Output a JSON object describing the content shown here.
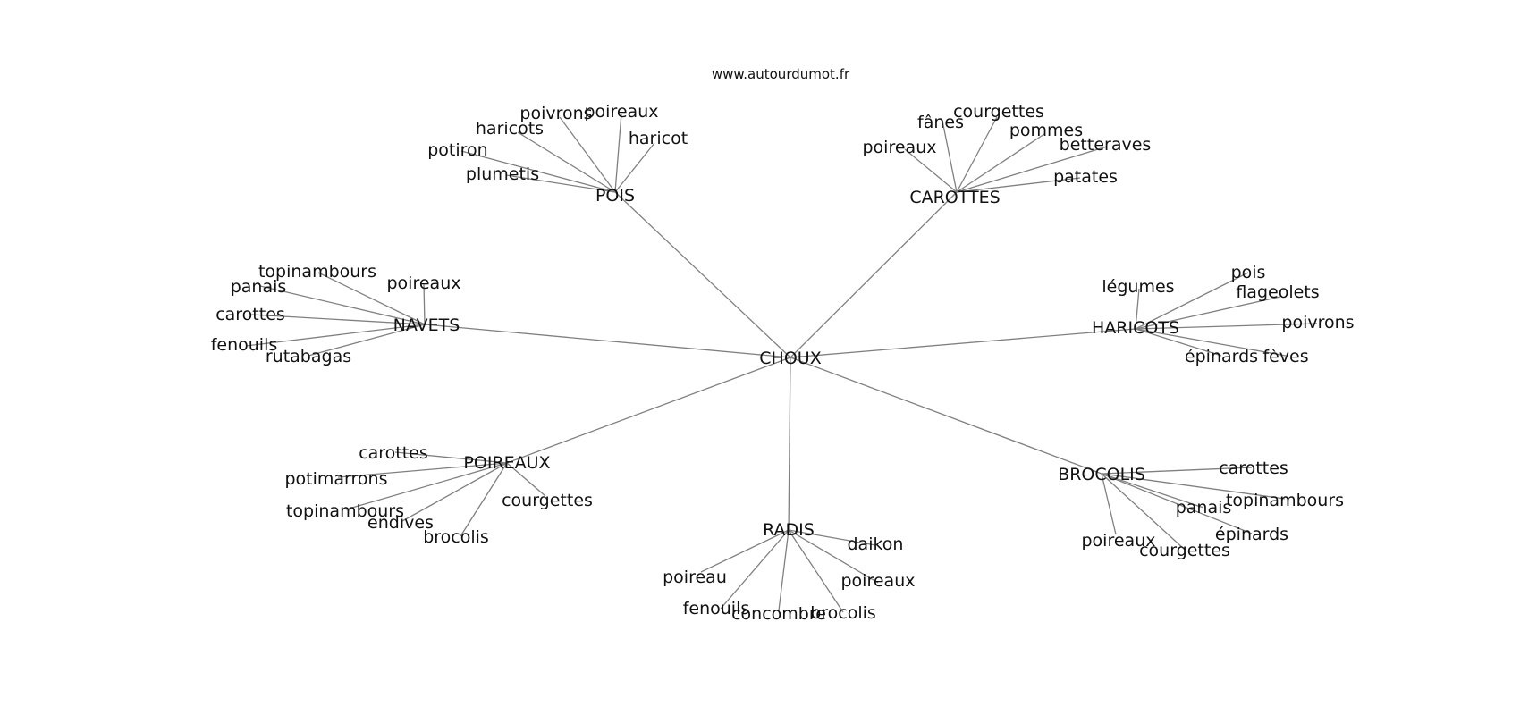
{
  "source": "www.autourdumot.fr",
  "edge_color": "#808080",
  "text_color": "#111111",
  "center": "CHOUX",
  "groups": [
    {
      "label": "POIS",
      "words": [
        "poivrons",
        "poireaux",
        "haricots",
        "haricot",
        "potiron",
        "plumetis"
      ]
    },
    {
      "label": "CAROTTES",
      "words": [
        "fânes",
        "courgettes",
        "pommes",
        "poireaux",
        "betteraves",
        "patates"
      ]
    },
    {
      "label": "NAVETS",
      "words": [
        "topinambours",
        "panais",
        "poireaux",
        "carottes",
        "fenouils",
        "rutabagas"
      ]
    },
    {
      "label": "HARICOTS",
      "words": [
        "légumes",
        "pois",
        "flageolets",
        "poivrons",
        "épinards",
        "fèves"
      ]
    },
    {
      "label": "POIREAUX",
      "words": [
        "carottes",
        "potimarrons",
        "topinambours",
        "endives",
        "brocolis",
        "courgettes"
      ]
    },
    {
      "label": "BROCOLIS",
      "words": [
        "carottes",
        "topinambours",
        "panais",
        "épinards",
        "poireaux",
        "courgettes"
      ]
    },
    {
      "label": "RADIS",
      "words": [
        "daikon",
        "poireau",
        "poireaux",
        "fenouils",
        "concombre",
        "brocolis"
      ]
    }
  ]
}
